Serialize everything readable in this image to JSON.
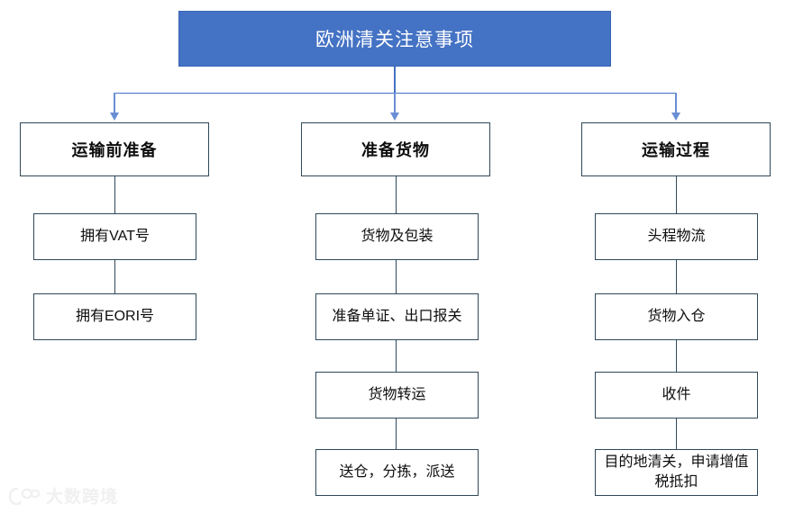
{
  "diagram": {
    "title": "欧洲清关注意事项",
    "colors": {
      "title_fill": "#4472C4",
      "title_text": "#FFFFFF",
      "box_border": "#2F4858",
      "box_fill": "#FFFFFF",
      "box_text": "#0D0D0D",
      "connector_blue": "#4472C4",
      "connector_dark": "#2F4858",
      "watermark": "#E4E4E4"
    },
    "columns": [
      {
        "header": "运输前准备",
        "steps": [
          "拥有VAT号",
          "拥有EORI号"
        ]
      },
      {
        "header": "准备货物",
        "steps": [
          "货物及包装",
          "准备单证、出口报关",
          "货物转运",
          "送仓，分拣，派送"
        ]
      },
      {
        "header": "运输过程",
        "steps": [
          "头程物流",
          "货物入仓",
          "收件",
          "目的地清关，申请增值税抵扣"
        ]
      }
    ]
  },
  "watermark": {
    "text": "大数跨境",
    "icon": "logo-mark-icon"
  }
}
